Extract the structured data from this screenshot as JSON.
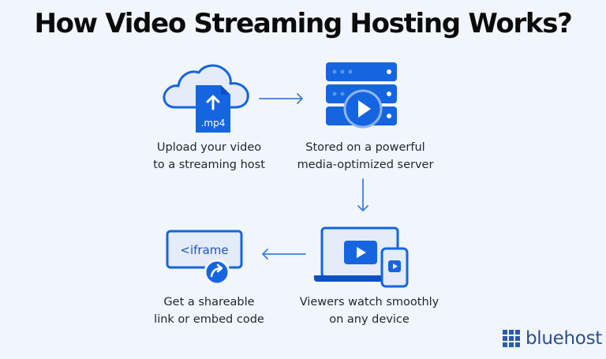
{
  "title": "How Video Streaming Hosting Works?",
  "colors": {
    "background": "#f1f6fc",
    "primary_blue": "#1565e0",
    "dark_blue": "#0e4fc4",
    "light_fill": "#e3ecf8",
    "arrow": "#3f7fd6",
    "brand": "#2b4f8f"
  },
  "steps": [
    {
      "icon": "cloud-upload-file-icon",
      "file_label": ".mp4",
      "caption_line1": "Upload your video",
      "caption_line2": "to a streaming host"
    },
    {
      "icon": "server-play-icon",
      "caption_line1": "Stored on a powerful",
      "caption_line2": "media-optimized server"
    },
    {
      "icon": "laptop-phone-play-icon",
      "caption_line1": "Viewers watch smoothly",
      "caption_line2": "on any device"
    },
    {
      "icon": "iframe-share-icon",
      "code_label": "<iframe",
      "caption_line1": "Get a shareable",
      "caption_line2": "link or embed code"
    }
  ],
  "arrows": [
    {
      "from": 1,
      "to": 2,
      "direction": "right"
    },
    {
      "from": 2,
      "to": 3,
      "direction": "down"
    },
    {
      "from": 3,
      "to": 4,
      "direction": "left"
    }
  ],
  "brand": {
    "name": "bluehost",
    "icon": "grid-logo-icon"
  }
}
